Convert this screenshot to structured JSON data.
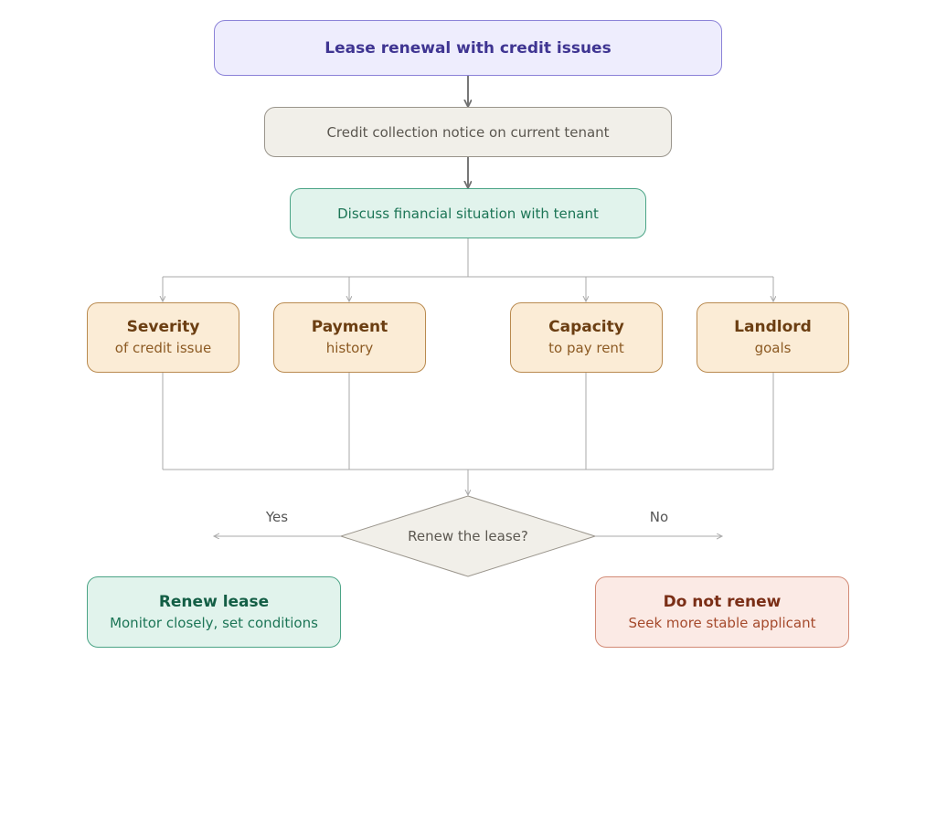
{
  "start": {
    "label": "Lease renewal with credit issues"
  },
  "notice": {
    "label": "Credit collection notice on current tenant"
  },
  "discuss": {
    "label": "Discuss financial situation with tenant"
  },
  "factors": [
    {
      "title": "Severity",
      "subtitle": "of credit issue"
    },
    {
      "title": "Payment",
      "subtitle": "history"
    },
    {
      "title": "Capacity",
      "subtitle": "to pay rent"
    },
    {
      "title": "Landlord",
      "subtitle": "goals"
    }
  ],
  "decision": {
    "label": "Renew the lease?",
    "yes_label": "Yes",
    "no_label": "No"
  },
  "outcomes": {
    "renew": {
      "title": "Renew lease",
      "subtitle": "Monitor closely, set conditions"
    },
    "no_renew": {
      "title": "Do not renew",
      "subtitle": "Seek more stable applicant"
    }
  },
  "colors": {
    "connector": "#aaaaaa",
    "main_arrow": "#777777",
    "decision_fill": "#f1efe9",
    "decision_stroke": "#9a958c"
  }
}
